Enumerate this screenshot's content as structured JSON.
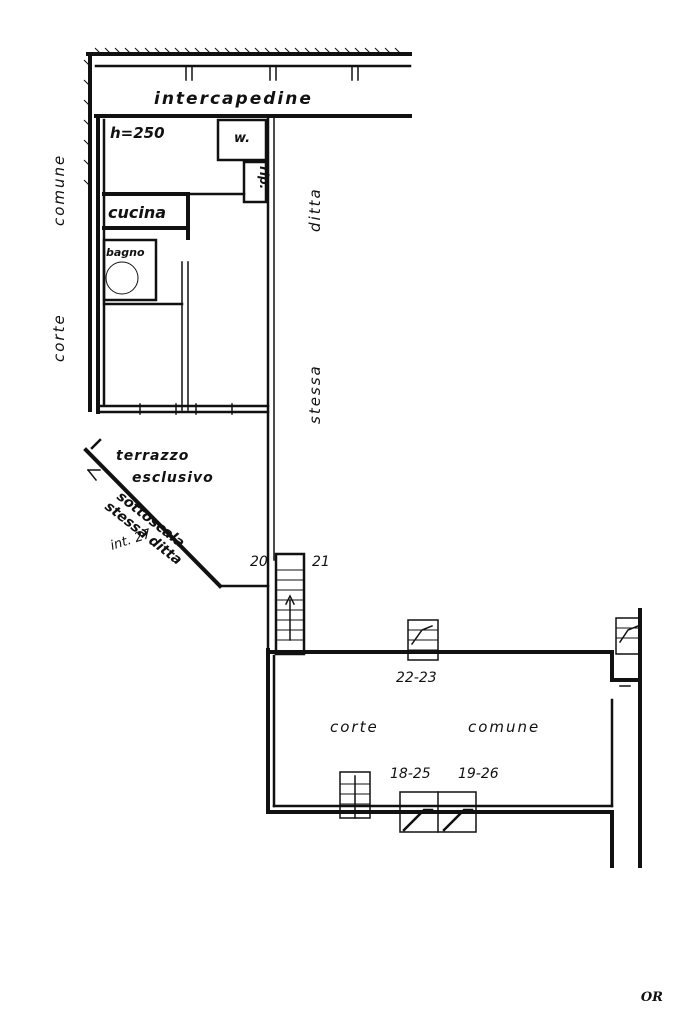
{
  "labels": {
    "intercapedine": "intercapedine",
    "h250": "h=250",
    "w": "w.",
    "rip": "rip.",
    "cucina": "cucina",
    "bagno": "bagno",
    "comune_left": "comune",
    "corte_left": "corte",
    "ditta": "ditta",
    "stessa": "stessa",
    "terrazzo": "terrazzo",
    "esclusivo": "esclusivo",
    "sottoscala": "sottoscala",
    "stessa_ditta": "stessa ditta",
    "int27": "int. 27",
    "n20": "20",
    "n21": "21",
    "n2223": "22-23",
    "corte_bottom": "corte",
    "comune_bottom": "comune",
    "n1825": "18-25",
    "n1926": "19-26"
  },
  "corner_mark": "OR"
}
